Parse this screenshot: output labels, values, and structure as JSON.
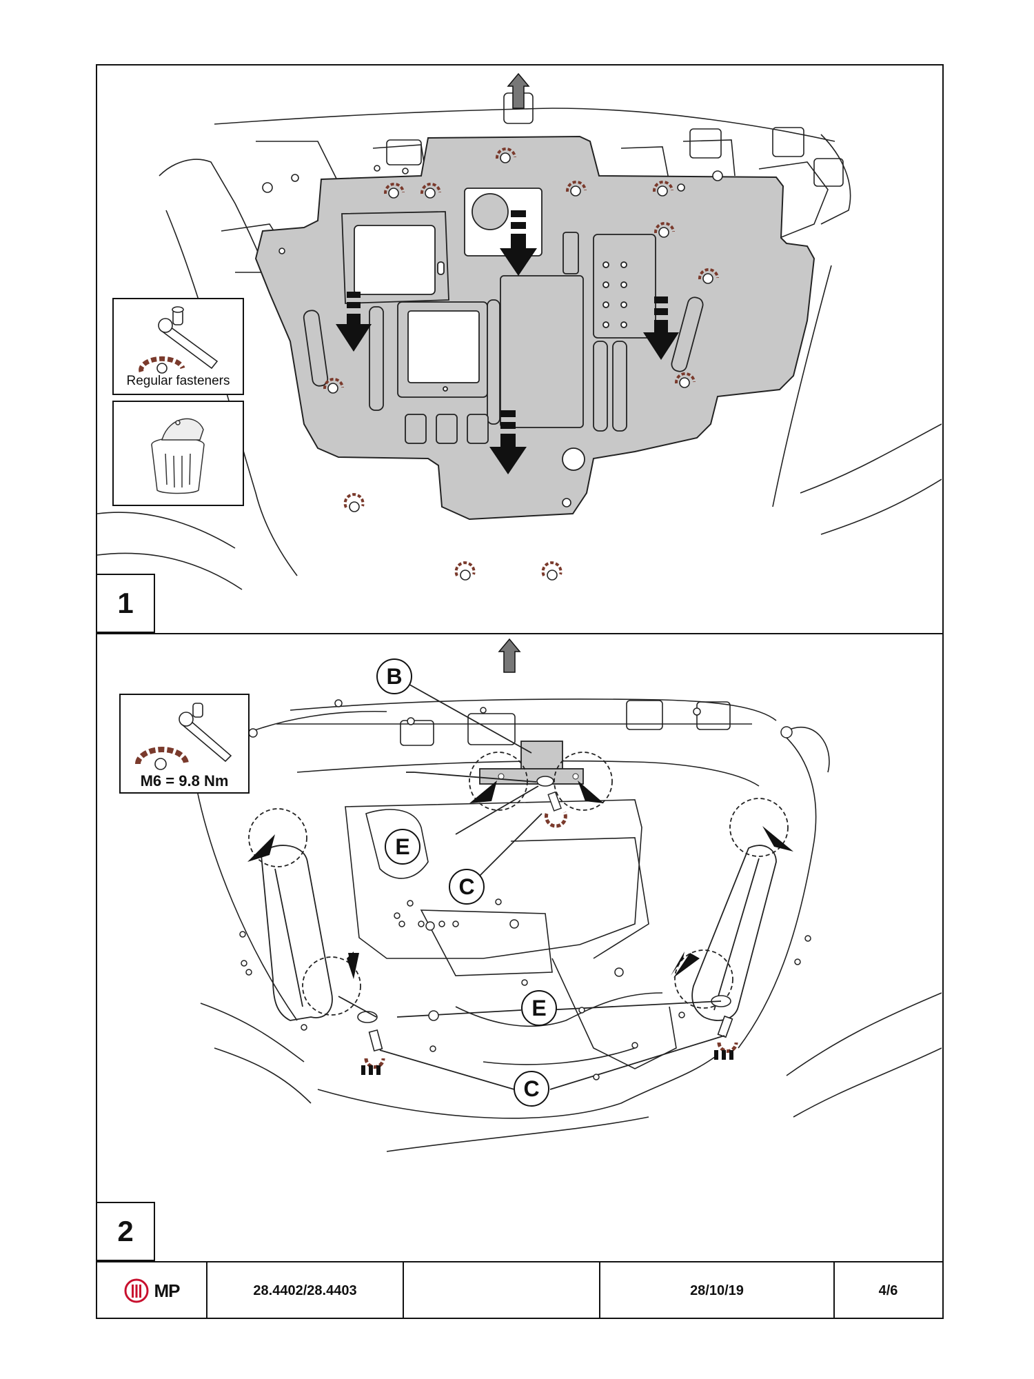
{
  "step1": {
    "number": "1",
    "fwd_label": "FWD",
    "legend_fasteners": "Regular fasteners",
    "legend_icon_wrench": "ratchet-wrench-icon",
    "legend_icon_bin": "waste-bin-icon"
  },
  "step2": {
    "number": "2",
    "fwd_label": "FWD",
    "torque_label": "M6 =  9.8 Nm",
    "callouts": {
      "b": "B",
      "e1": "E",
      "c1": "C",
      "e2": "E",
      "c2": "C"
    }
  },
  "footer": {
    "logo_text": "MP",
    "part_numbers": "28.4402/28.4403",
    "empty": "",
    "date": "28/10/19",
    "page": "4/6"
  },
  "colors": {
    "plate_fill": "#c8c8c8",
    "fastener_marker": "#7a3a2c",
    "logo_red": "#c8102e",
    "line": "#111111"
  }
}
